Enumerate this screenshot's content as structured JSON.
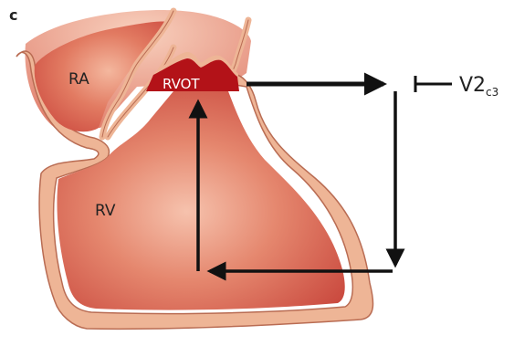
{
  "panel": {
    "letter": "c"
  },
  "labels": {
    "ra": "RA",
    "rv": "RV",
    "rvot": "RVOT",
    "lead_main": "V2",
    "lead_sub": "c3"
  },
  "colors": {
    "chamber_dark": "#c9433a",
    "chamber_light": "#f0a58c",
    "wall": "#eeb596",
    "wall_stroke": "#b96c53",
    "rvot_fill": "#b31218",
    "rvot_text": "#ffffff",
    "label_text": "#222222",
    "arrow": "#111111",
    "background": "#ffffff"
  }
}
